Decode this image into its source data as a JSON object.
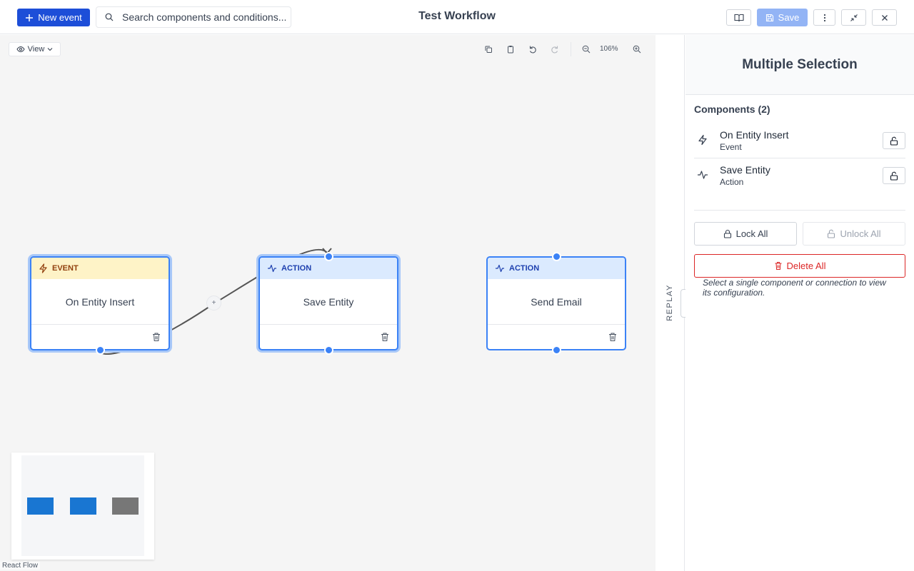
{
  "header": {
    "new_event_label": "New event",
    "search_placeholder": "Search components and conditions...",
    "title": "Test Workflow",
    "save_label": "Save"
  },
  "canvas": {
    "view_label": "View",
    "zoom_level": "106%",
    "attribution": "React Flow",
    "edge_add_label": "+",
    "nodes": [
      {
        "kind": "EVENT",
        "label": "On Entity Insert",
        "selected": true
      },
      {
        "kind": "ACTION",
        "label": "Save Entity",
        "selected": true
      },
      {
        "kind": "ACTION",
        "label": "Send Email",
        "selected": false
      }
    ],
    "minimap_colors": [
      "#1976d2",
      "#1976d2",
      "#777777"
    ]
  },
  "replay": {
    "label": "REPLAY"
  },
  "panel": {
    "title": "Multiple Selection",
    "components_title": "Components (2)",
    "components": [
      {
        "name": "On Entity Insert",
        "type": "Event",
        "icon": "lightning-icon"
      },
      {
        "name": "Save Entity",
        "type": "Action",
        "icon": "activity-icon"
      }
    ],
    "lock_all_label": "Lock All",
    "unlock_all_label": "Unlock All",
    "delete_all_label": "Delete All",
    "hint": "Select a single component or connection to view its configuration."
  },
  "colors": {
    "primary": "#1d4ed8",
    "save_disabled": "#93b4f5",
    "node_border": "#3b82f6",
    "event_header": "#fef3c7",
    "action_header": "#dbeafe",
    "danger": "#dc2626"
  }
}
